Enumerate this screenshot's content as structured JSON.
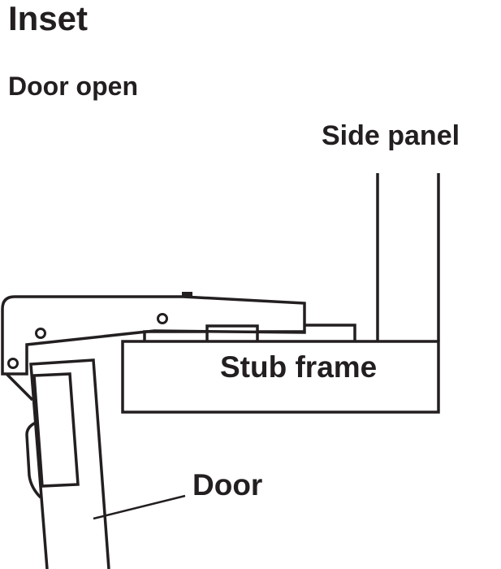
{
  "title": "Inset",
  "subtitle": "Door open",
  "labels": {
    "side_panel": "Side panel",
    "stub_frame": "Stub frame",
    "door": "Door"
  },
  "colors": {
    "line": "#231f20",
    "background": "#ffffff"
  }
}
